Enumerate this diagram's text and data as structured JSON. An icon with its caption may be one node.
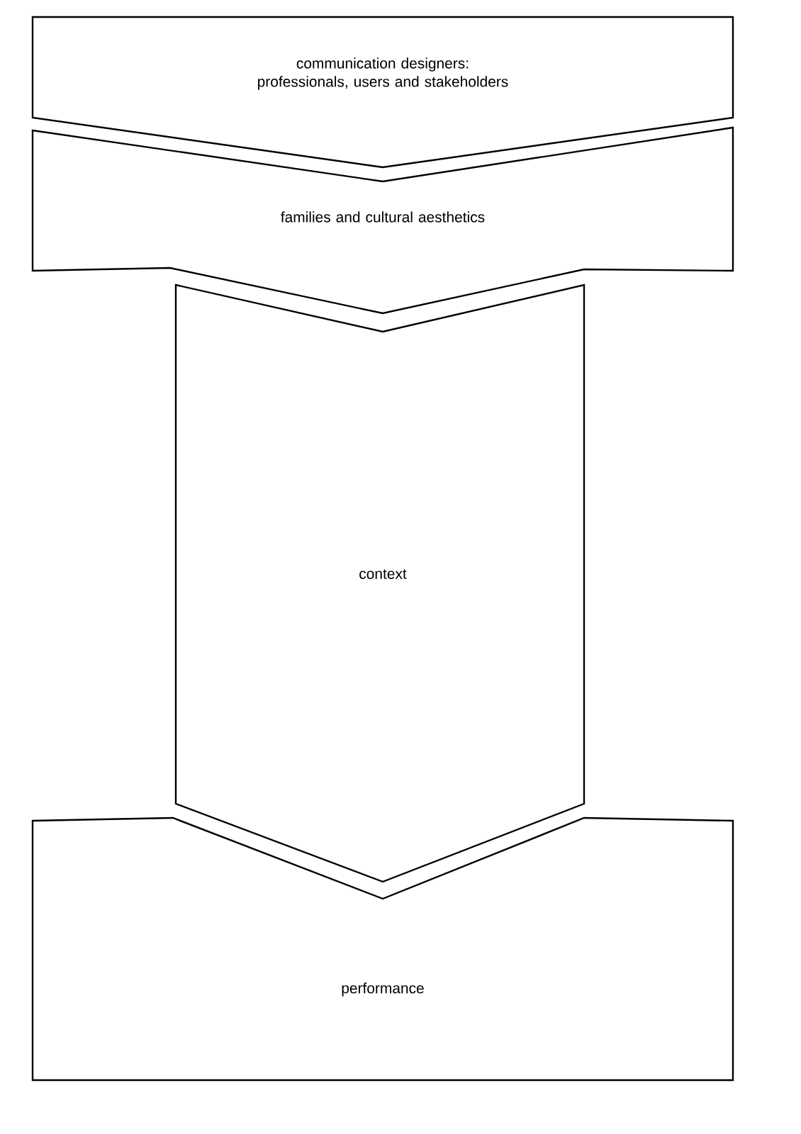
{
  "diagram": {
    "nodes": [
      {
        "text": [
          "communication designers: professionals, users and stakeholders"
        ]
      },
      {
        "text": [
          "families and cultural aesthetics"
        ]
      },
      {
        "text": [
          "context"
        ]
      },
      {
        "text": [
          "performance"
        ]
      }
    ]
  }
}
